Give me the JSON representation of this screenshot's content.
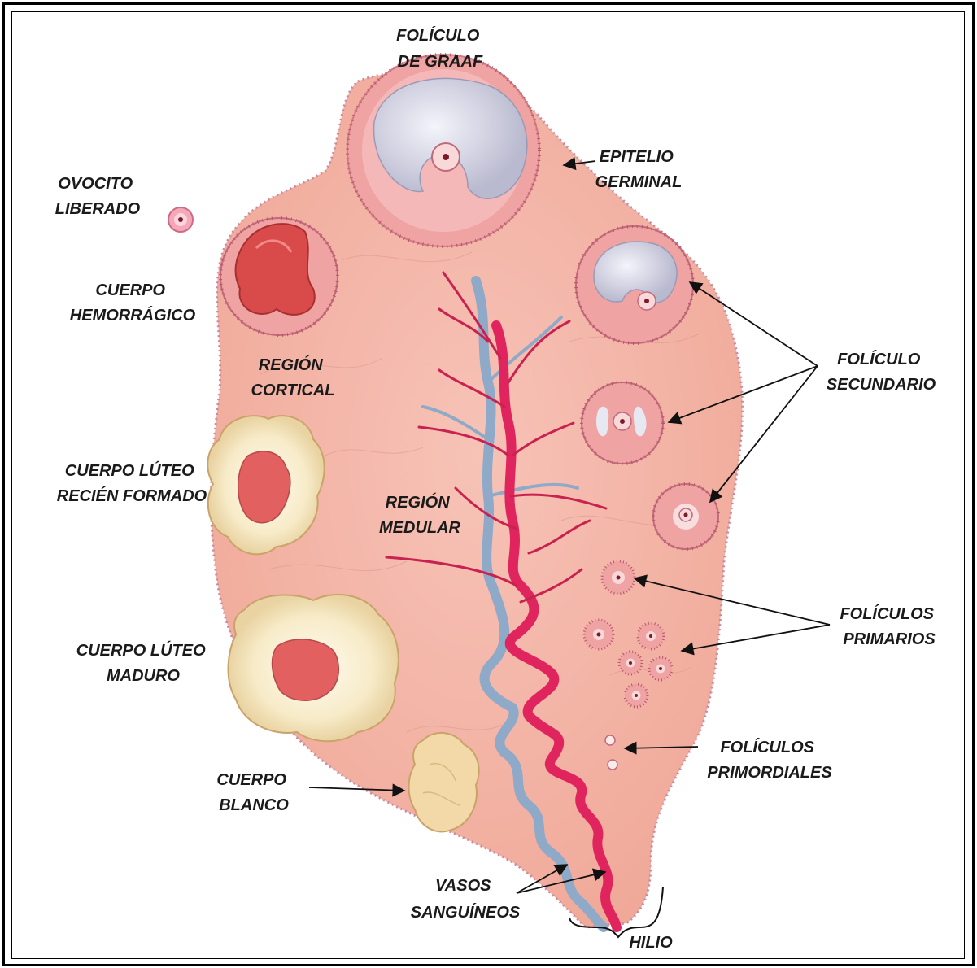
{
  "labels": {
    "foliculo_graaf": [
      "FOLÍCULO",
      "DE GRAAF"
    ],
    "epitelio_germinal": [
      "EPITELIO",
      "GERMINAL"
    ],
    "ovocito_liberado": [
      "OVOCITO",
      "LIBERADO"
    ],
    "cuerpo_hemorragico": [
      "CUERPO",
      "HEMORRÁGICO"
    ],
    "region_cortical": [
      "REGIÓN",
      "CORTICAL"
    ],
    "foliculo_secundario": [
      "FOLÍCULO",
      "SECUNDARIO"
    ],
    "cuerpo_luteo_reciente": [
      "CUERPO  LÚTEO",
      "RECIÉN FORMADO"
    ],
    "region_medular": [
      "REGIÓN",
      "MEDULAR"
    ],
    "foliculos_primarios": [
      "FOLÍCULOS",
      "PRIMARIOS"
    ],
    "cuerpo_luteo_maduro": [
      "CUERPO LÚTEO",
      "MADURO"
    ],
    "foliculos_primordiales": [
      "FOLÍCULOS",
      "PRIMORDIALES"
    ],
    "cuerpo_blanco": [
      "CUERPO",
      "BLANCO"
    ],
    "vasos_sanguineos": [
      "VASOS",
      "SANGUÍNEOS"
    ],
    "hilio": [
      "HILIO"
    ]
  },
  "colors": {
    "ovary_fill": "#f4b4a8",
    "ovary_edge": "#c98aa0",
    "follicle_ring": "#efa3a3",
    "antrum": "#c9c9d9",
    "artery": "#e0245e",
    "vein": "#8fa9c9",
    "corpus_luteum": "#f7ebc8",
    "hemorrhage": "#d94a4a",
    "corpus_albicans": "#f3d9a8"
  }
}
